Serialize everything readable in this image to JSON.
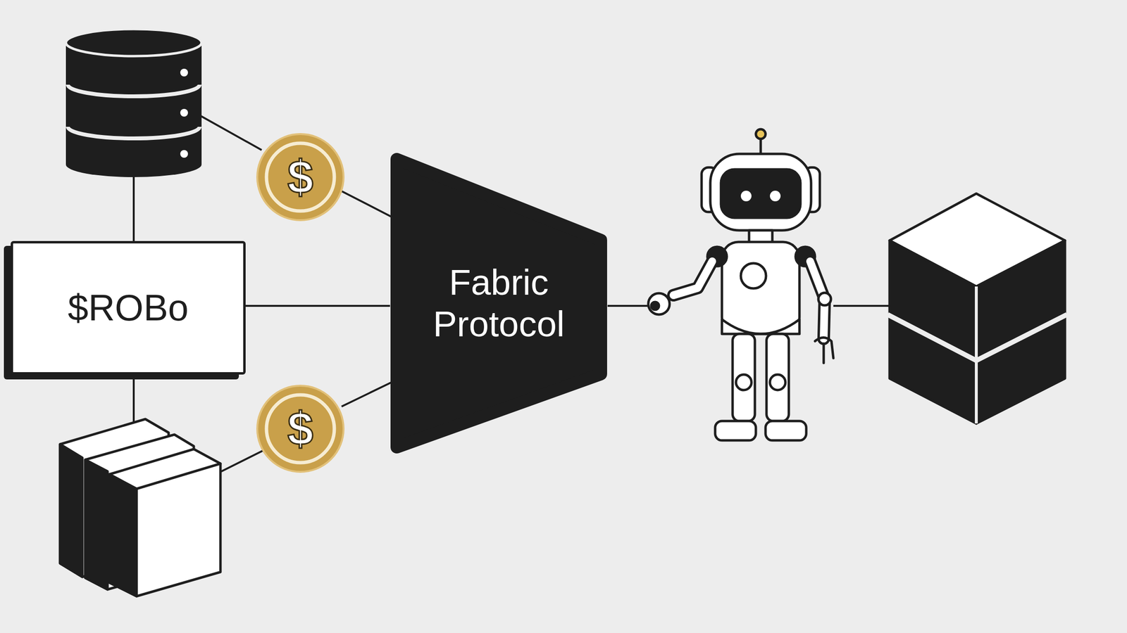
{
  "diagram": {
    "nodes": [
      {
        "text": [
          "$ROBo"
        ]
      },
      {
        "text": [
          "Fabric Protocol"
        ]
      }
    ],
    "edges": [
      {
        "from": 0,
        "to": 1,
        "arrow": "none"
      }
    ],
    "labels": [
      "$",
      "$"
    ]
  }
}
